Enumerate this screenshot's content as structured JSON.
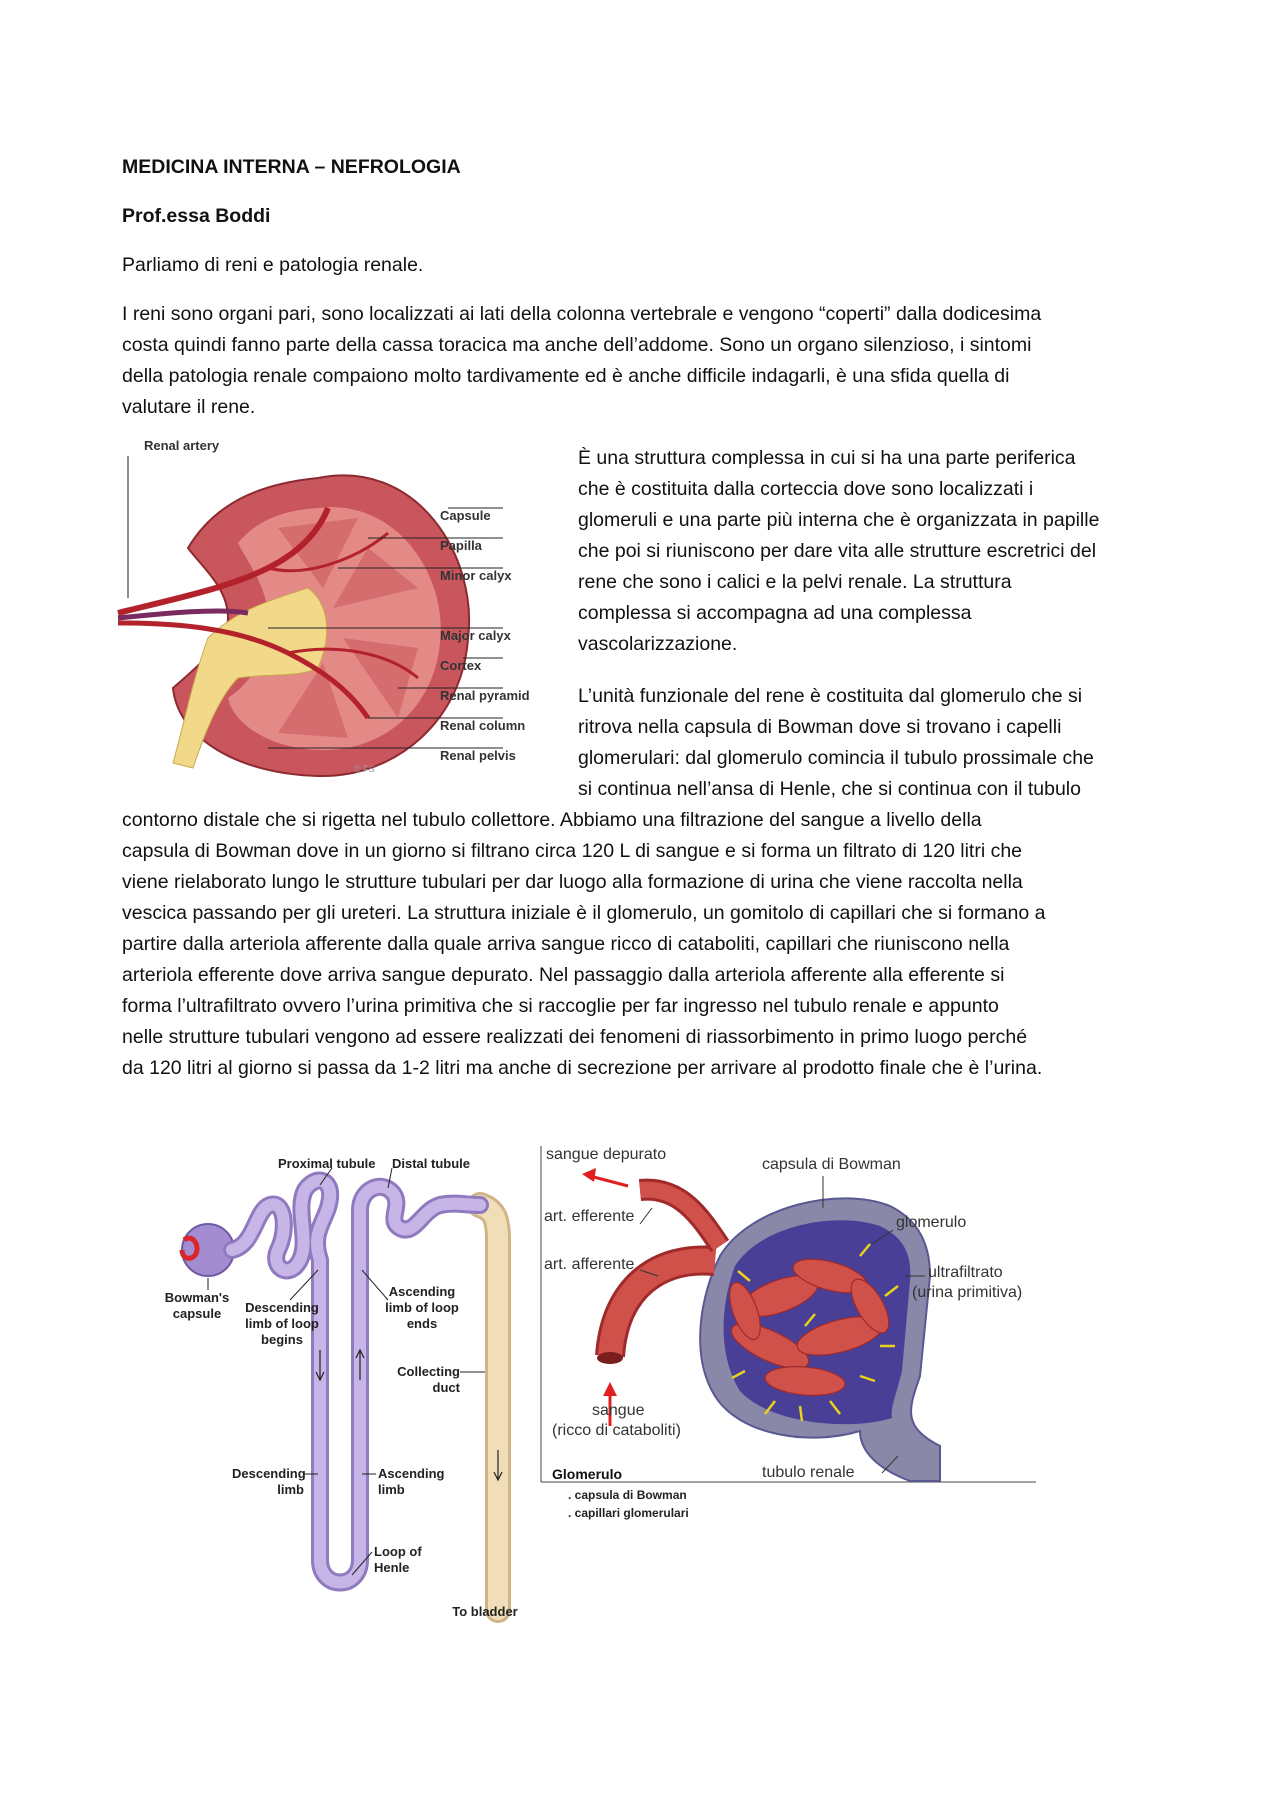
{
  "header": {
    "title": "MEDICINA INTERNA – NEFROLOGIA",
    "professor": "Prof.essa Boddi"
  },
  "paragraphs": {
    "intro": "Parliamo di reni e patologia renale.",
    "p1_lines": [
      "I reni sono organi pari, sono localizzati ai lati della colonna vertebrale e vengono “coperti” dalla dodicesima",
      "costa quindi fanno parte della cassa toracica ma anche dell’addome. Sono un organo silenzioso, i sintomi",
      "della patologia renale compaiono molto tardivamente ed è anche difficile indagarli, è una sfida quella di",
      "valutare il rene."
    ],
    "p2_lines": [
      "È una struttura complessa in cui si ha una parte periferica",
      "che è costituita dalla corteccia dove sono localizzati i",
      "glomeruli e una parte più interna che è organizzata in papille",
      "che poi si riuniscono per dare vita alle strutture escretrici del",
      "rene che sono i calici e la pelvi renale. La struttura",
      "complessa si accompagna ad una complessa",
      "vascolarizzazione."
    ],
    "p3_side_lines": [
      "L’unità funzionale del rene è costituita dal glomerulo che si",
      "ritrova nella capsula di Bowman dove si trovano i capelli",
      "glomerulari: dal glomerulo comincia il tubulo prossimale che",
      "si continua nell’ansa di Henle, che si continua con il tubulo"
    ],
    "p3_full_lines": [
      "contorno distale che si rigetta nel tubulo collettore. Abbiamo una filtrazione del sangue a livello della",
      "capsula di Bowman dove in un giorno si filtrano circa 120 L di sangue e si forma un filtrato di 120 litri che",
      "viene rielaborato lungo le strutture tubulari per dar luogo alla formazione di urina che viene raccolta nella",
      "vescica passando per gli ureteri. La struttura iniziale è il glomerulo, un gomitolo di capillari che si formano a",
      "partire dalla arteriola afferente dalla quale arriva sangue ricco di cataboliti, capillari che riuniscono nella",
      "arteriola efferente dove arriva sangue depurato. Nel passaggio dalla arteriola afferente alla efferente si",
      "forma l’ultrafiltrato ovvero l’urina primitiva che si raccoglie per far ingresso nel tubulo renale e appunto",
      "nelle strutture tubulari vengono ad essere realizzati dei fenomeni di riassorbimento in primo luogo perché",
      "da 120 litri al giorno si passa da 1-2 litri ma anche di secrezione per arrivare al prodotto finale che è l’urina."
    ]
  },
  "kidney_figure": {
    "labels": {
      "renal_artery": "Renal artery",
      "capsule": "Capsule",
      "papilla": "Papilla",
      "minor_calyx": "Minor calyx",
      "major_calyx": "Major calyx",
      "cortex": "Cortex",
      "renal_pyramid": "Renal pyramid",
      "renal_column": "Renal column",
      "renal_pelvis": "Renal pelvis",
      "copyright": "© FS"
    },
    "colors": {
      "cortex": "#c8565c",
      "medulla": "#e48a86",
      "pelvis": "#f2d98a",
      "artery": "#b3222b"
    }
  },
  "nephron_figure": {
    "labels": {
      "proximal_tubule": "Proximal tubule",
      "distal_tubule": "Distal tubule",
      "bowmans_capsule": "Bowman's capsule",
      "descending_limb_begins": "Descending limb of loop begins",
      "ascending_limb_ends": "Ascending limb of loop ends",
      "collecting_duct": "Collecting duct",
      "descending_limb": "Descending limb",
      "ascending_limb": "Ascending limb",
      "loop_of_henle": "Loop of Henle",
      "to_bladder": "To bladder"
    },
    "colors": {
      "tubule": "#b9a6de",
      "duct": "#f1ddb8"
    }
  },
  "glomerulus_figure": {
    "labels": {
      "sangue_depurato": "sangue depurato",
      "capsula_di_bowman": "capsula di Bowman",
      "art_efferente": "art. efferente",
      "glomerulo": "glomerulo",
      "art_afferente": "art. afferente",
      "ultrafiltrato": "ultrafiltrato",
      "urina_primitiva": "(urina primitiva)",
      "sangue": "sangue",
      "ricco_di_cataboliti": "(ricco di cataboliti)",
      "tubulo_renale": "tubulo renale",
      "caption_title": "Glomerulo",
      "caption_item1": ". capsula di Bowman",
      "caption_item2": ". capillari glomerulari"
    },
    "colors": {
      "capillary": "#d0504a",
      "capsule": "#5a4e9e",
      "arrow": "#e8d21a",
      "red_arrow": "#e02020"
    }
  }
}
